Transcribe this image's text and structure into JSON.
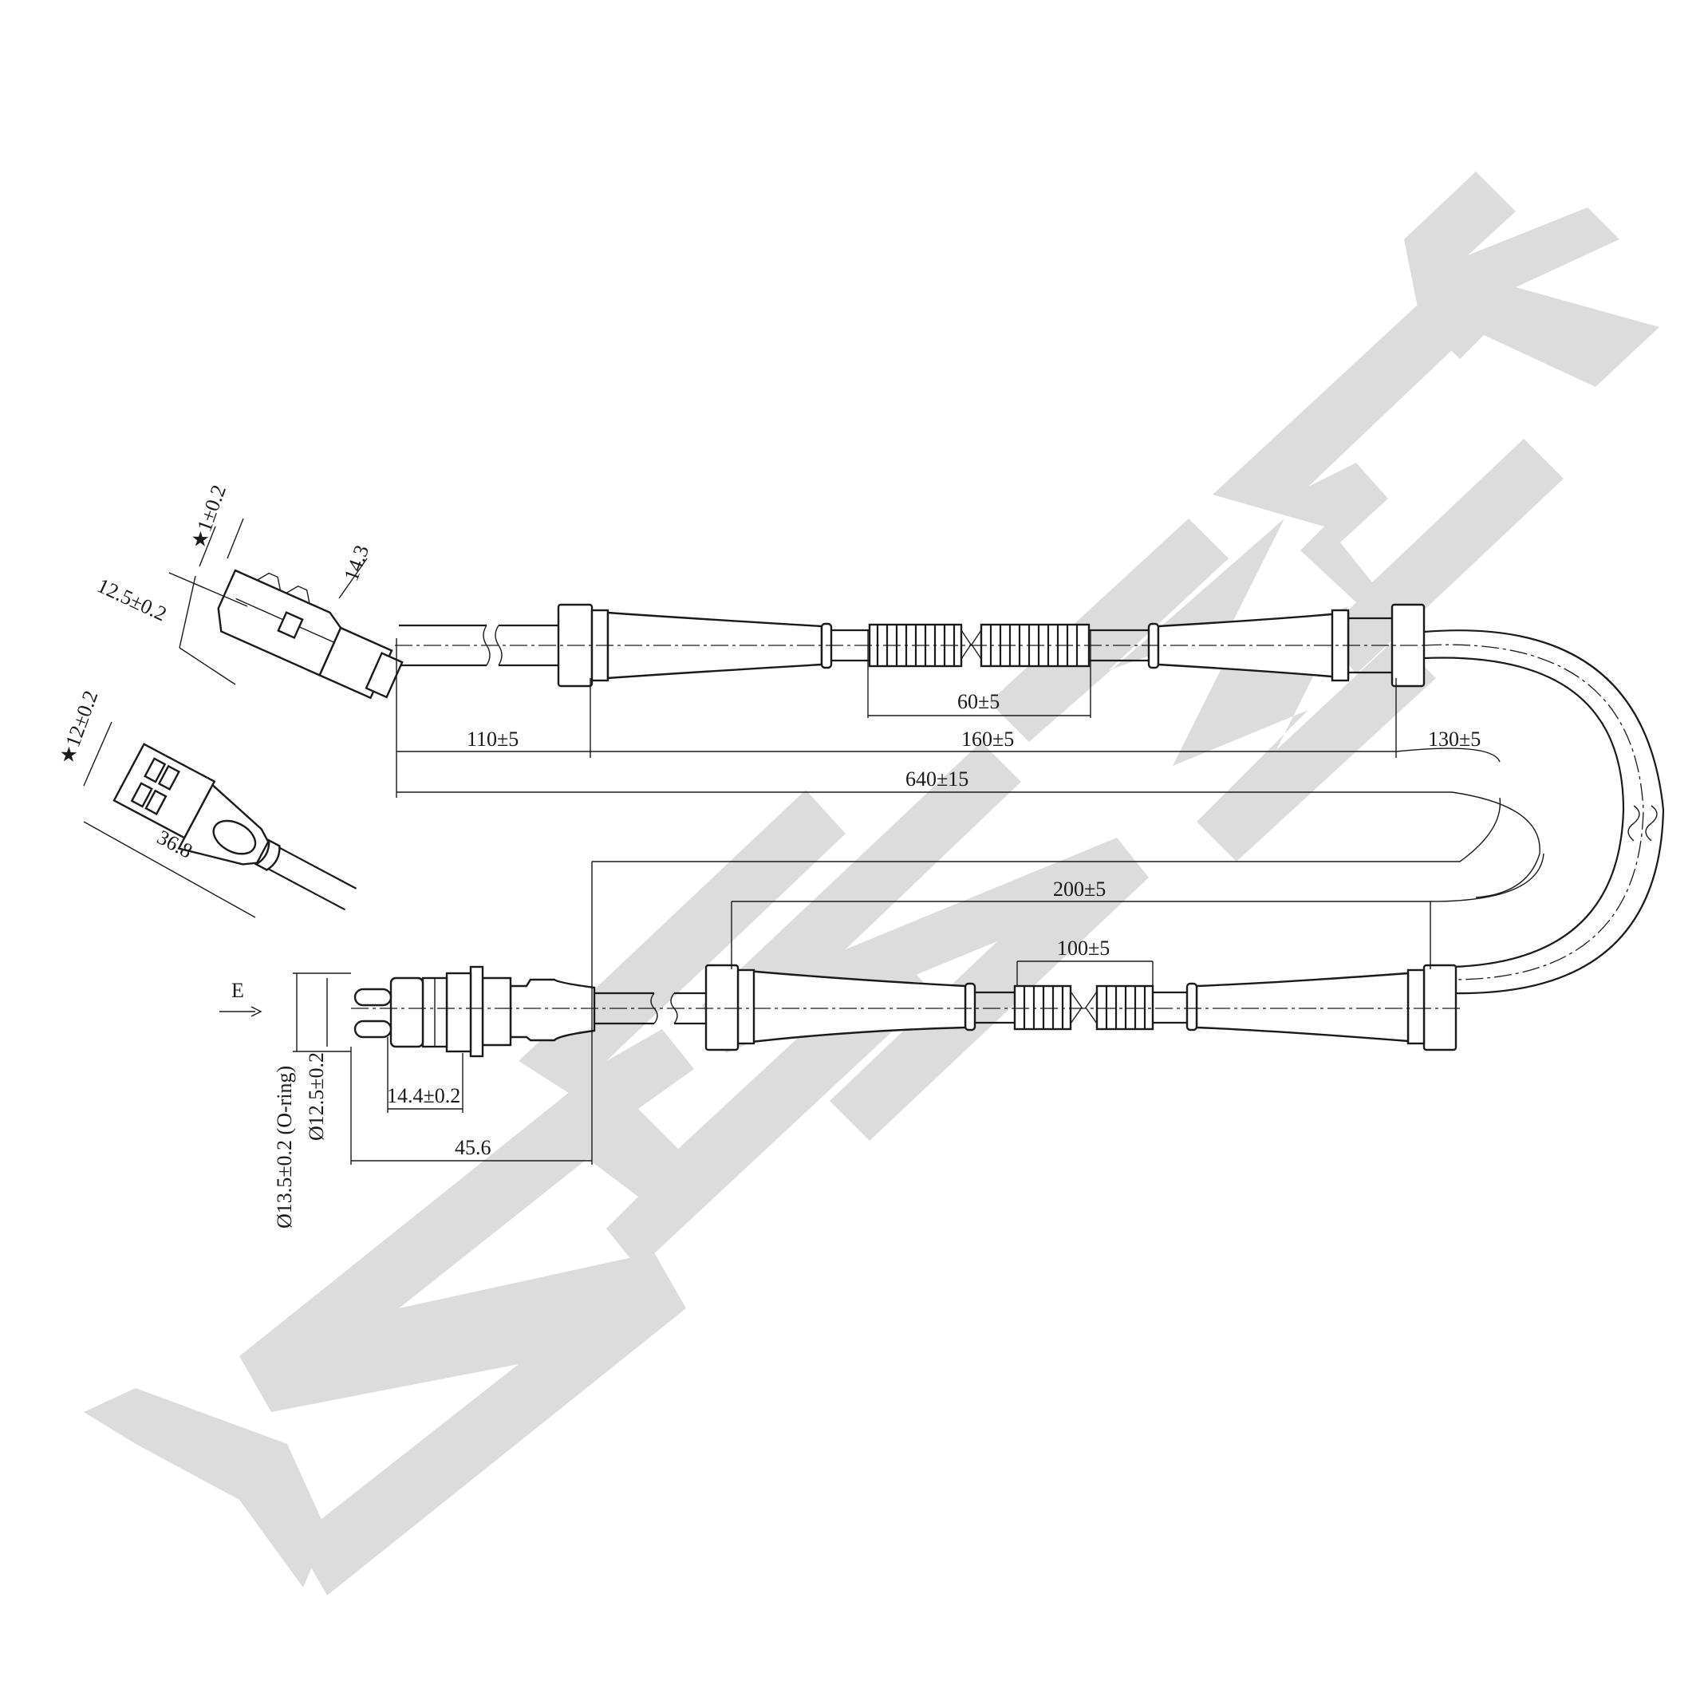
{
  "watermark": {
    "text": "ZENWEK",
    "color": "#dcdcdc"
  },
  "line_color": "#1a1a1a",
  "dimensions": {
    "d_110": "110±5",
    "d_160": "160±5",
    "d_130": "130±5",
    "d_640": "640±15",
    "d_60": "60±5",
    "d_200": "200±5",
    "d_100": "100±5",
    "d_14_3": "14.3",
    "d_1": "★1±0.2",
    "d_12_5": "12.5±0.2",
    "d_12": "★12±0.2",
    "d_36_8": "36.8",
    "d_14_4": "14.4±0.2",
    "d_45_6": "45.6",
    "d_dia_12_5": "Ø12.5±0.2",
    "d_dia_13_5": "Ø13.5±0.2 (O-ring)",
    "view_e": "E"
  }
}
